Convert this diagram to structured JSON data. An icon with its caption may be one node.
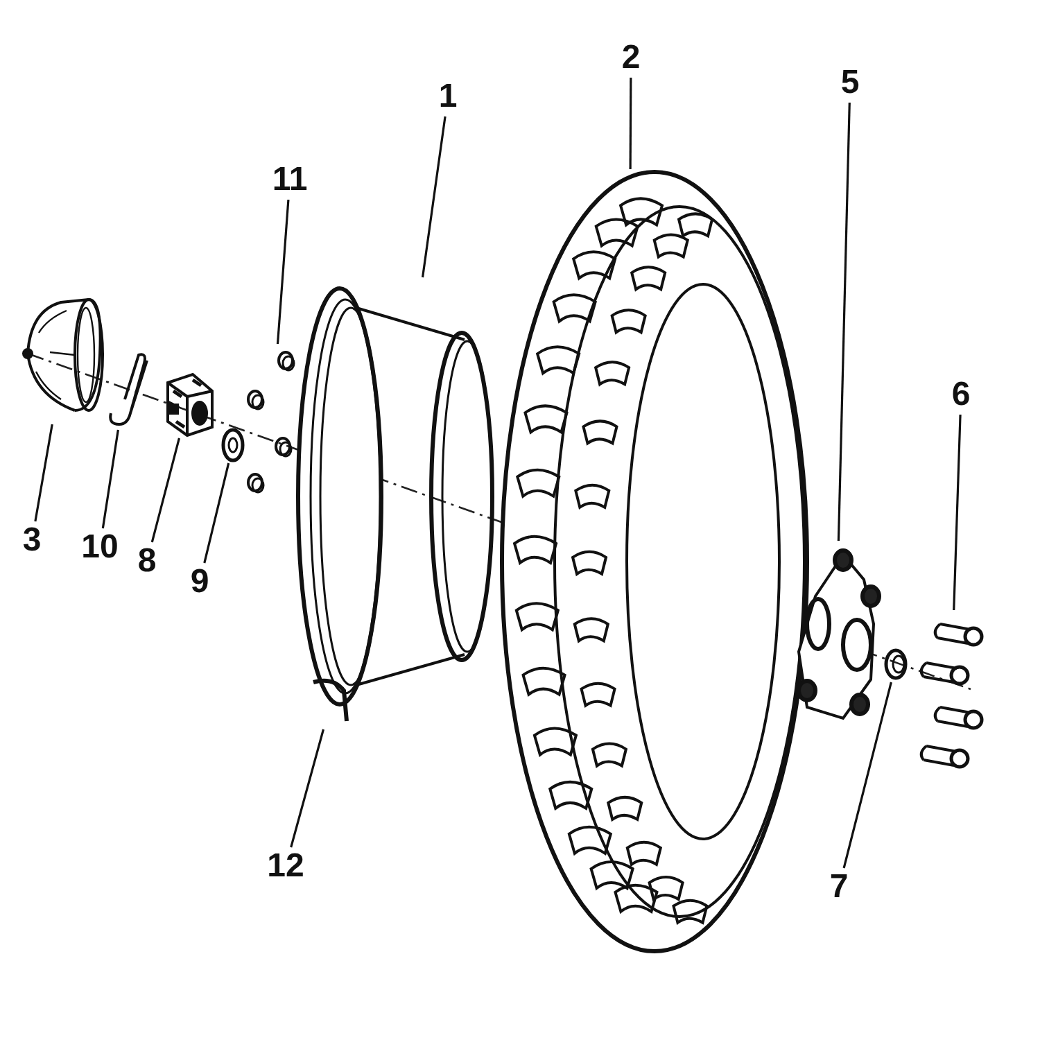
{
  "diagram": {
    "nodes": [
      {
        "text": [
          "2"
        ]
      },
      {
        "text": [
          "5"
        ]
      },
      {
        "text": [
          "1"
        ]
      },
      {
        "text": [
          "11"
        ]
      },
      {
        "text": [
          "6"
        ]
      },
      {
        "text": [
          "3"
        ]
      },
      {
        "text": [
          "10"
        ]
      },
      {
        "text": [
          "8"
        ]
      },
      {
        "text": [
          "9"
        ]
      },
      {
        "text": [
          "12"
        ]
      },
      {
        "text": [
          "7"
        ]
      },
      {
        "text": [],
        "shape": "picture"
      },
      {
        "text": [],
        "shape": "picture"
      },
      {
        "text": [],
        "shape": "picture"
      },
      {
        "text": [],
        "shape": "picture"
      },
      {
        "text": [],
        "shape": "picture"
      },
      {
        "text": [],
        "shape": "picture"
      },
      {
        "text": [],
        "shape": "picture"
      },
      {
        "text": [],
        "shape": "picture"
      },
      {
        "text": [],
        "shape": "picture"
      },
      {
        "text": [],
        "shape": "picture"
      },
      {
        "text": [],
        "shape": "picture"
      }
    ],
    "edges": [
      {
        "from": 0,
        "to": 12,
        "arrow": "none"
      },
      {
        "from": 1,
        "to": 20,
        "arrow": "none"
      },
      {
        "from": 2,
        "to": 11,
        "arrow": "none"
      },
      {
        "from": 3,
        "to": 18,
        "arrow": "none"
      },
      {
        "from": 4,
        "to": 21,
        "arrow": "none"
      },
      {
        "from": 5,
        "to": 13,
        "arrow": "none"
      },
      {
        "from": 6,
        "to": 14,
        "arrow": "none"
      },
      {
        "from": 7,
        "to": 15,
        "arrow": "none"
      },
      {
        "from": 8,
        "to": 16,
        "arrow": "none"
      },
      {
        "from": 9,
        "to": 17,
        "arrow": "none"
      },
      {
        "from": 10,
        "to": 19,
        "arrow": "none"
      }
    ]
  }
}
